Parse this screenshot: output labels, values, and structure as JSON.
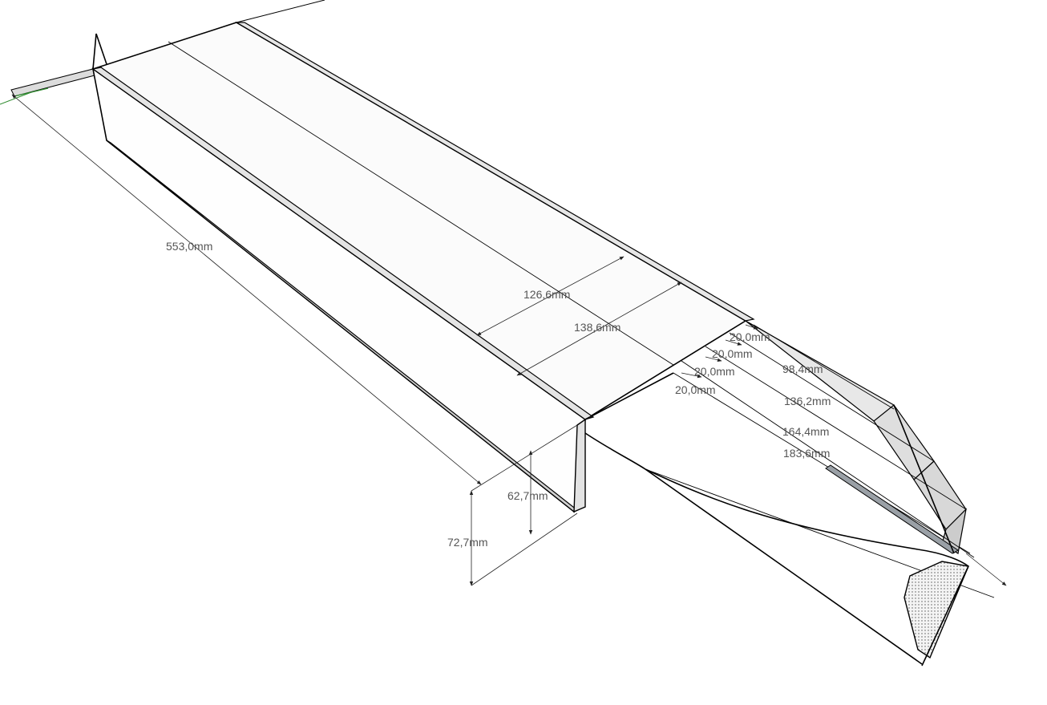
{
  "dimensions": {
    "length_total": "553,0mm",
    "width_inner": "126,6mm",
    "width_outer": "138,6mm",
    "height_outer": "72,7mm",
    "height_inner": "62,7mm",
    "step_1": "20,0mm",
    "step_2": "20,0mm",
    "step_3": "20,0mm",
    "step_4": "20,0mm",
    "len_1": "98,4mm",
    "len_2": "136,2mm",
    "len_3": "164,4mm",
    "len_4": "183,6mm"
  },
  "colors": {
    "background": "#ffffff",
    "edge": "#000000",
    "face_light": "#f2f2f2",
    "face_shade": "#dcdcdc",
    "face_dark": "#9aa0a6",
    "axis_green": "#2e8b2e",
    "dim_text": "#555555"
  }
}
